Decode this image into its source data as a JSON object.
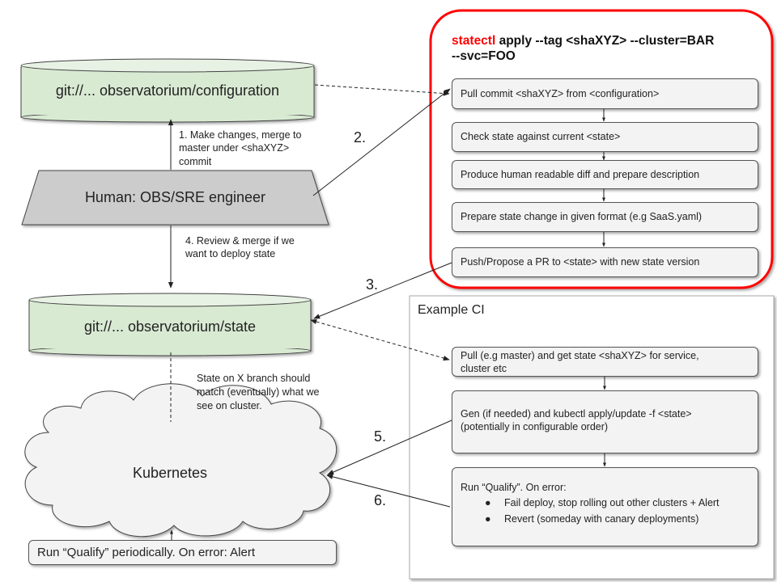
{
  "statectl": {
    "cmd_keyword": "statectl",
    "cmd_rest_line1": " apply --tag <shaXYZ> --cluster=BAR",
    "cmd_line2": "--svc=FOO",
    "steps": [
      "Pull commit <shaXYZ> from <configuration>",
      "Check state against  current <state>",
      "Produce human readable diff and prepare description",
      "Prepare state change in given format (e.g SaaS.yaml)",
      "Push/Propose a PR to <state> with new state version"
    ]
  },
  "repos": {
    "configuration": "git://... observatorium/configuration",
    "state": "git://... observatorium/state"
  },
  "human": "Human: OBS/SRE engineer",
  "kubernetes": "Kubernetes",
  "notes": {
    "make_changes": [
      "1. Make changes, merge to",
      "master under <shaXYZ>",
      "commit"
    ],
    "review": [
      "4. Review & merge if we",
      "want to deploy state"
    ],
    "state_match": [
      "State on X branch should",
      "match (eventually) what we",
      "see on cluster."
    ]
  },
  "step_numbers": [
    "2.",
    "3.",
    "5.",
    "6."
  ],
  "ci": {
    "title": "Example CI",
    "pull": [
      "Pull (e.g master) and get state <shaXYZ> for service,",
      "cluster etc"
    ],
    "gen": [
      "Gen (if needed) and kubectl apply/update -f <state>",
      "(potentially in configurable order)"
    ],
    "qualify_title": "Run “Qualify”. On error:",
    "qualify_bullets": [
      "Fail deploy, stop rolling out other clusters + Alert",
      "Revert (someday with canary deployments)"
    ]
  },
  "periodic": "Run “Qualify” periodically. On error: Alert",
  "colors": {
    "repo_fill": "#d9ead3",
    "highlight_border": "#ff0000",
    "command_keyword": "#ff0000"
  }
}
